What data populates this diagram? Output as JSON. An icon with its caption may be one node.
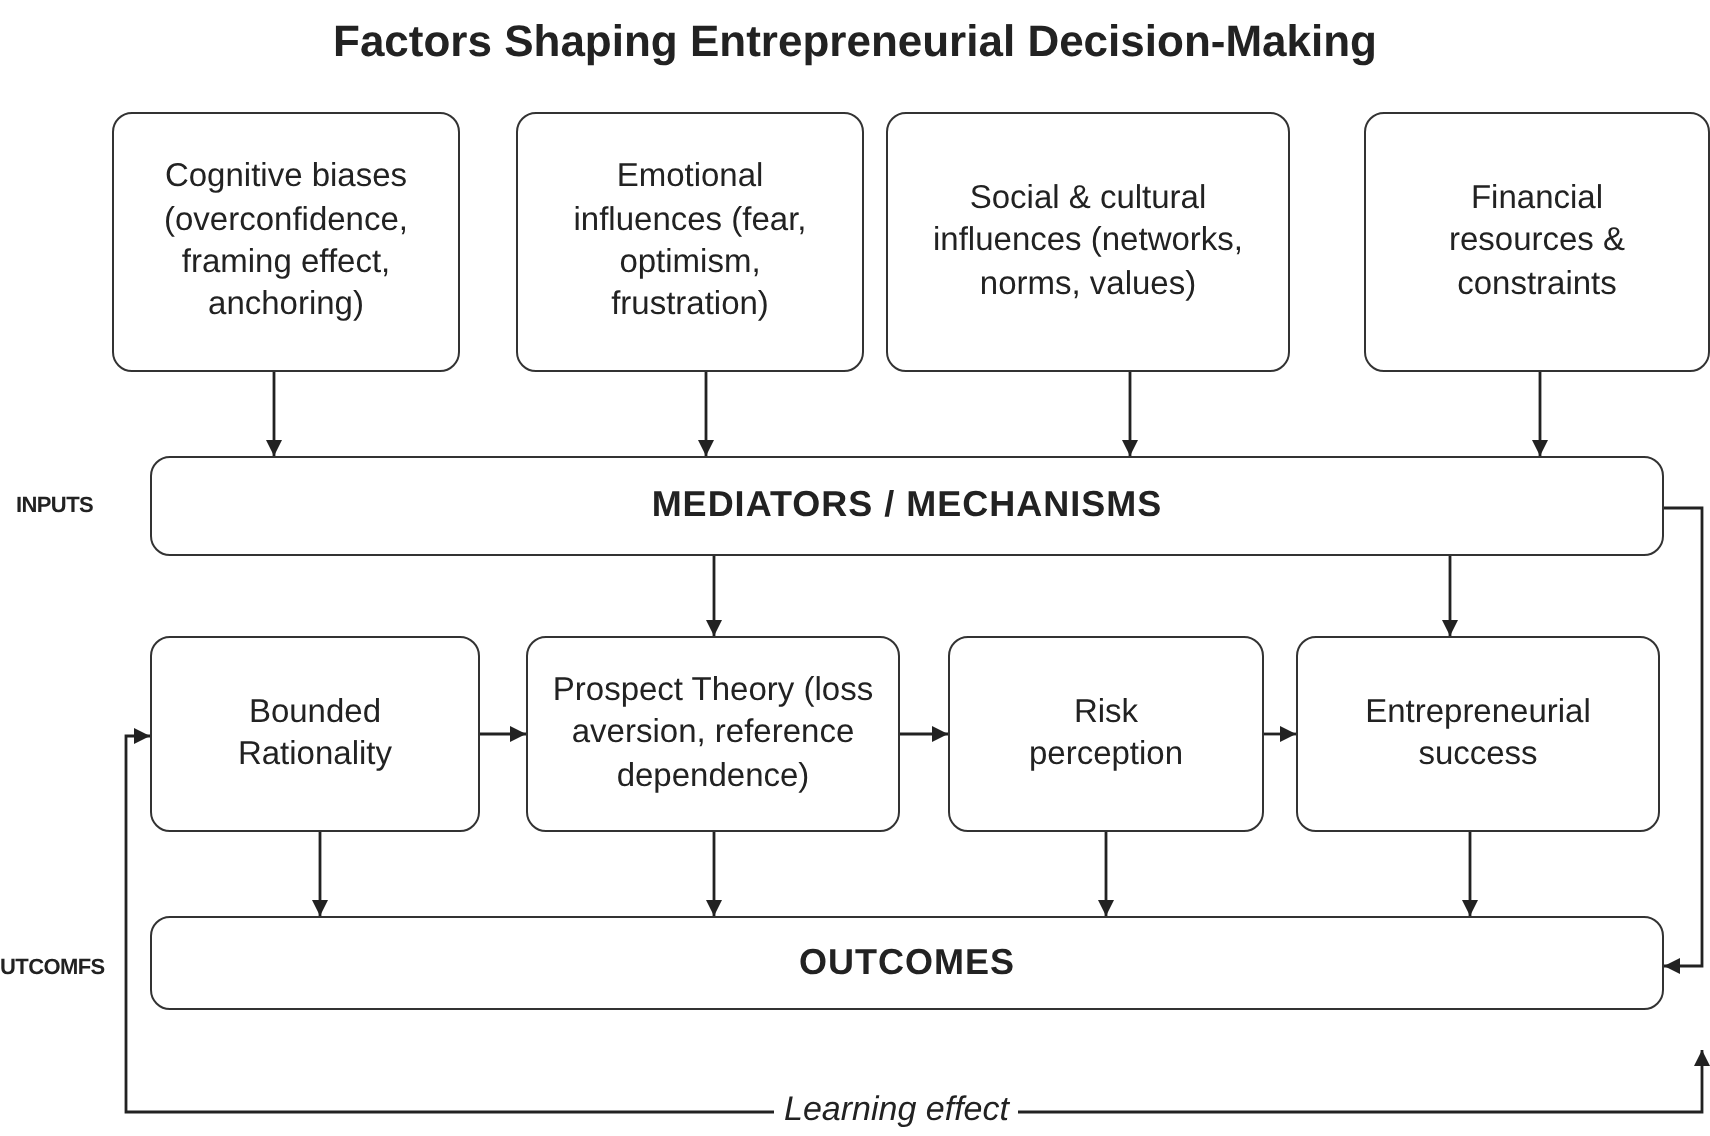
{
  "diagram": {
    "title": "Factors Shaping Entrepreneurial Decision-Making",
    "nodes": [
      {
        "text": [
          "Cognitive biases (overconfidence, framing effect, anchoring)"
        ]
      },
      {
        "text": [
          "Emotional influences (fear, optimism, frustration)"
        ]
      },
      {
        "text": [
          "Social & cultural influences (networks, norms, values)"
        ]
      },
      {
        "text": [
          "Financial resources & constraints"
        ]
      },
      {
        "text": [
          "MEDIATORS / MECHANISMS"
        ]
      },
      {
        "text": [
          "Bounded Rationality"
        ]
      },
      {
        "text": [
          "Prospect Theory (loss aversion, reference dependence)"
        ]
      },
      {
        "text": [
          "Risk perception"
        ]
      },
      {
        "text": [
          "Entrepreneurial success"
        ]
      },
      {
        "text": [
          "OUTCOMES"
        ]
      }
    ],
    "edges": [
      {
        "from": 0,
        "to": 4,
        "arrow": "to"
      },
      {
        "from": 1,
        "to": 4,
        "arrow": "to"
      },
      {
        "from": 2,
        "to": 4,
        "arrow": "to"
      },
      {
        "from": 3,
        "to": 4,
        "arrow": "to"
      },
      {
        "from": 4,
        "to": 6,
        "arrow": "to"
      },
      {
        "from": 4,
        "to": 8,
        "arrow": "to"
      },
      {
        "from": 5,
        "to": 6,
        "arrow": "to"
      },
      {
        "from": 6,
        "to": 7,
        "arrow": "to"
      },
      {
        "from": 7,
        "to": 8,
        "arrow": "to"
      },
      {
        "from": 5,
        "to": 9,
        "arrow": "to"
      },
      {
        "from": 6,
        "to": 9,
        "arrow": "to"
      },
      {
        "from": 7,
        "to": 9,
        "arrow": "to"
      },
      {
        "from": 8,
        "to": 9,
        "arrow": "to"
      },
      {
        "from": 4,
        "to": 9,
        "arrow": "to"
      },
      {
        "from": null,
        "to": 5,
        "arrow": "both",
        "label": "Learning effect"
      }
    ],
    "labels": [
      "INPUTS",
      "UTCOMFS"
    ]
  }
}
